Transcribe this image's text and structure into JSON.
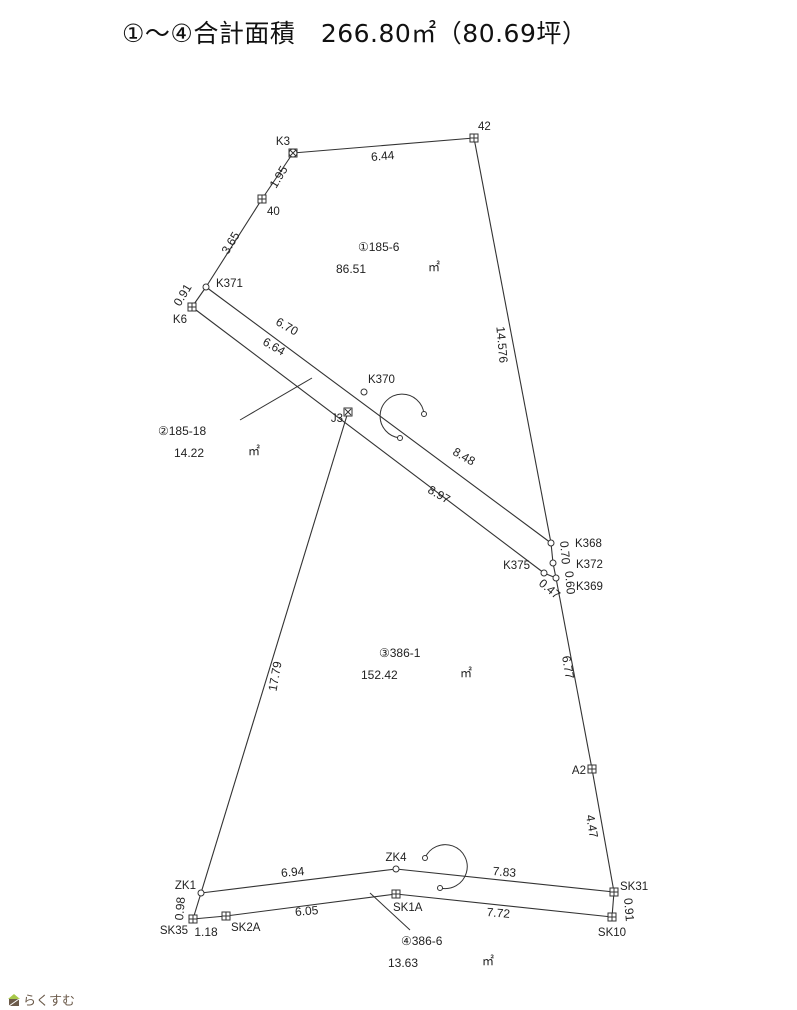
{
  "title": "①～④合計面積　266.80㎡（80.69坪）",
  "points": [
    "K3",
    "42",
    "40",
    "K371",
    "K6",
    "K370",
    "J3",
    "K368",
    "K372",
    "K369",
    "K375",
    "A2",
    "SK31",
    "SK10",
    "ZK4",
    "SK1A",
    "ZK1",
    "SK35",
    "SK2A"
  ],
  "lengths": [
    "6.44",
    "1.95",
    "3.65",
    "0.91",
    "6.70",
    "6.64",
    "8.48",
    "8.97",
    "14.576",
    "0.70",
    "0.60",
    "0.47",
    "6.77",
    "4.47",
    "0.91",
    "6.94",
    "7.83",
    "6.05",
    "7.72",
    "0.98",
    "1.18",
    "17.79"
  ],
  "lots": [
    {
      "number": "①185-6",
      "area": "86.51",
      "unit": "㎡"
    },
    {
      "number": "②185-18",
      "area": "14.22",
      "unit": "㎡"
    },
    {
      "number": "③386-1",
      "area": "152.42",
      "unit": "㎡"
    },
    {
      "number": "④386-6",
      "area": "13.63",
      "unit": "㎡"
    }
  ],
  "logo": {
    "text": "らくすむ"
  },
  "colors": {
    "line": "#333333",
    "logo_green": "#a8c94a",
    "logo_brown": "#6b5a4a"
  }
}
